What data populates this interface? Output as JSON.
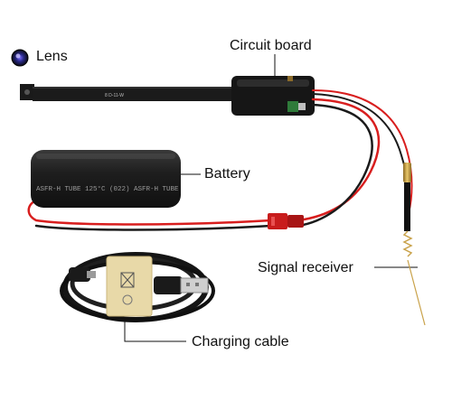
{
  "labels": {
    "lens": "Lens",
    "circuit_board": "Circuit board",
    "battery": "Battery",
    "signal_receiver": "Signal receiver",
    "charging_cable": "Charging cable"
  },
  "battery_print": "ASFR-H TUBE 125°C (022) ASFR-H TUBE",
  "ribbon_print": "8    D-11-W",
  "colors": {
    "background": "#ffffff",
    "device_black": "#1b1b1b",
    "wire_red": "#d81e1e",
    "connector_red": "#c81c1c",
    "brass": "#c9a24a",
    "tag_beige": "#e8d9a8"
  }
}
